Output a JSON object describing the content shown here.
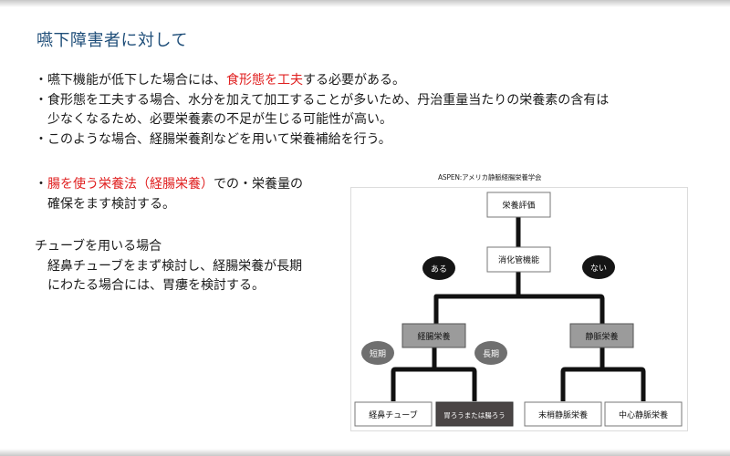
{
  "slide": {
    "title": "嚥下障害者に対して",
    "bullets": [
      {
        "dot": "・",
        "lines": [
          [
            {
              "text": "嚥下機能が低下した場合には、",
              "emphasis": false
            },
            {
              "text": "食形態を工夫",
              "emphasis": true
            },
            {
              "text": "する必要がある。",
              "emphasis": false
            }
          ]
        ]
      },
      {
        "dot": "・",
        "lines": [
          [
            {
              "text": "食形態を工夫する場合、水分を加えて加工することが多いため、丹治重量当たりの栄養素の含有は",
              "emphasis": false
            }
          ],
          [
            {
              "text": "少なくなるため、必要栄養素の不足が生じる可能性が高い。",
              "emphasis": false
            }
          ]
        ]
      },
      {
        "dot": "・",
        "lines": [
          [
            {
              "text": "このような場合、経腸栄養剤などを用いて栄養補給を行う。",
              "emphasis": false
            }
          ]
        ]
      }
    ],
    "enteral_bullet": {
      "dot": "・",
      "emphasis_text": "腸を使う栄養法（経腸栄養）",
      "rest_text": "での・栄養量の",
      "line2": "確保をます検討する。"
    },
    "tube_section": {
      "heading": "チューブを用いる場合",
      "lines": [
        "経鼻チューブをまず検討し、経腸栄養が長期",
        "にわたる場合には、胃瘻を検討する。"
      ]
    }
  },
  "diagram": {
    "caption": "ASPEN:アメリカ静脈経腸栄養学会",
    "nodes": {
      "assessment": "栄養評価",
      "gi_function": "消化管機能",
      "enteral": "経腸栄養",
      "parenteral": "静脈栄養",
      "nasal_tube": "経鼻チューブ",
      "gastrostomy": "胃ろうまたは腸ろう",
      "peripheral": "末梢静脈栄養",
      "central": "中心静脈栄養"
    },
    "labels": {
      "yes": "ある",
      "no": "ない",
      "short_term": "短期",
      "long_term": "長期"
    },
    "colors": {
      "line": "#111111",
      "box_white": "#ffffff",
      "box_gray": "#9b9b9b",
      "box_dark": "#4a4545",
      "pill_black": "#151515",
      "pill_gray": "#6f6f6f",
      "red_emphasis": "#e02020",
      "title_blue": "#1f4e79"
    }
  }
}
